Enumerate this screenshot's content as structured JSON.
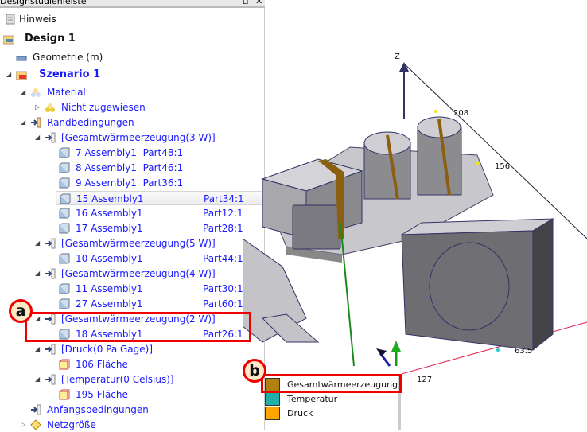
{
  "panel": {
    "title": "Designstudienleiste",
    "restore_icon": "restore-icon",
    "close_icon": "close-icon"
  },
  "tree": {
    "hinweis": "Hinweis",
    "design": "Design 1",
    "geometrie": "Geometrie (m)",
    "szenario": "Szenario 1",
    "material": "Material",
    "nicht_zugewiesen": "Nicht zugewiesen",
    "randbedingungen": "Randbedingungen",
    "groups": [
      {
        "label": "[Gesamtwärmeerzeugung(3 W)]",
        "items": [
          {
            "name": "7 Assembly1",
            "part": "Part48:1"
          },
          {
            "name": "8 Assembly1",
            "part": "Part46:1"
          },
          {
            "name": "9 Assembly1",
            "part": "Part36:1"
          },
          {
            "name": "15 Assembly1",
            "part": "Part34:1"
          },
          {
            "name": "16 Assembly1",
            "part": "Part12:1"
          },
          {
            "name": "17 Assembly1",
            "part": "Part28:1"
          }
        ]
      },
      {
        "label": "[Gesamtwärmeerzeugung(5 W)]",
        "items": [
          {
            "name": "10 Assembly1",
            "part": "Part44:1"
          }
        ]
      },
      {
        "label": "[Gesamtwärmeerzeugung(4 W)]",
        "items": [
          {
            "name": "11 Assembly1",
            "part": "Part30:1"
          },
          {
            "name": "27 Assembly1",
            "part": "Part60:1"
          }
        ]
      },
      {
        "label": "[Gesamtwärmeerzeugung(2 W)]",
        "items": [
          {
            "name": "18 Assembly1",
            "part": "Part26:1"
          }
        ]
      },
      {
        "label": "[Druck(0 Pa Gage)]",
        "items": [
          {
            "name": "106 Fläche",
            "part": ""
          }
        ]
      },
      {
        "label": "[Temperatur(0 Celsius)]",
        "items": [
          {
            "name": "195 Fläche",
            "part": ""
          }
        ]
      }
    ],
    "anfangsbedingungen": "Anfangsbedingungen",
    "netzgroesse": "Netzgröße"
  },
  "callouts": {
    "a": "a",
    "b": "b"
  },
  "view": {
    "axis_z": "Z",
    "labels": [
      "208",
      "156",
      "63.5",
      "127"
    ]
  },
  "legend": [
    {
      "label": "Gesamtwärmeerzeugung",
      "color": "#b08010"
    },
    {
      "label": "Temperatur",
      "color": "#20b0a8"
    },
    {
      "label": "Druck",
      "color": "#ffa500"
    }
  ]
}
